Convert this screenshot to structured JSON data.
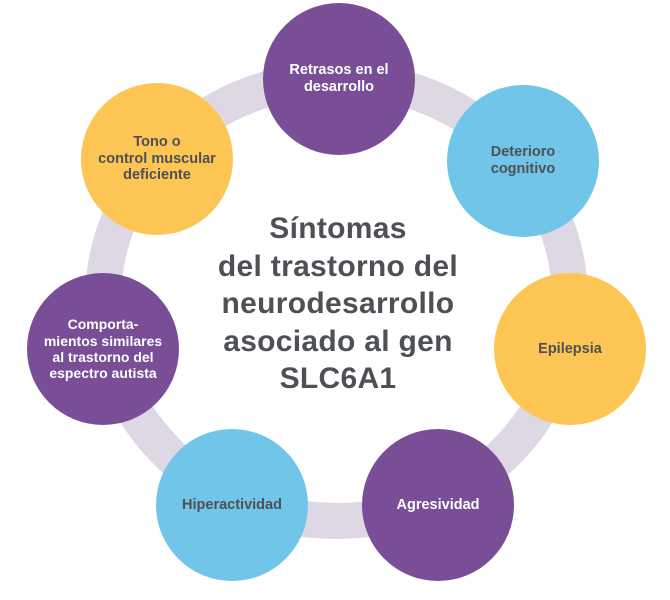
{
  "diagram": {
    "title": "Síntomas\ndel trastorno del\nneurodesarrollo\nasociado al gen\nSLC6A1",
    "gene": "SLC6A1",
    "nodes": [
      {
        "id": "retrasos-desarrollo",
        "label": "Retrasos en el\ndesarrollo",
        "color_name": "purple",
        "position": "top"
      },
      {
        "id": "deterioro-cognitivo",
        "label": "Deterioro\ncognitivo",
        "color_name": "blue",
        "position": "top-right"
      },
      {
        "id": "epilepsia",
        "label": "Epilepsia",
        "color_name": "yellow",
        "position": "right"
      },
      {
        "id": "agresividad",
        "label": "Agresividad",
        "color_name": "purple",
        "position": "bottom-right"
      },
      {
        "id": "hiperactividad",
        "label": "Hiperactividad",
        "color_name": "blue",
        "position": "bottom-left"
      },
      {
        "id": "espectro-autista",
        "label": "Comporta-\nmientos similares\nal trastorno del\nespectro autista",
        "color_name": "purple",
        "position": "left"
      },
      {
        "id": "tono-muscular",
        "label": "Tono o\ncontrol muscular\ndeficiente",
        "color_name": "yellow",
        "position": "top-left"
      }
    ],
    "colors": {
      "purple": "#7a4e97",
      "blue": "#70c5e8",
      "yellow": "#fdc553",
      "ring": "#ded8e5",
      "title_text": "#4d5156",
      "label_on_purple": "#ffffff",
      "label_on_light": "#4d5156",
      "background": "#ffffff"
    }
  }
}
